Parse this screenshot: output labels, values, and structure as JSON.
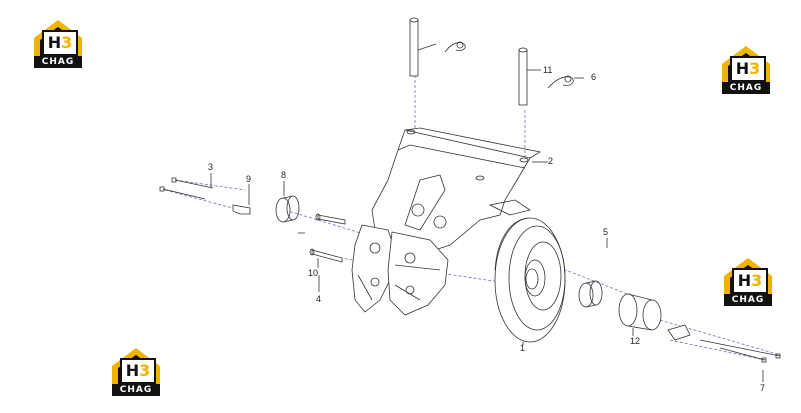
{
  "logos": [
    {
      "mark": "H",
      "accent": "3",
      "band": "CHAG"
    },
    {
      "mark": "H",
      "accent": "3",
      "band": "CHAG"
    },
    {
      "mark": "H",
      "accent": "3",
      "band": "CHAG"
    },
    {
      "mark": "H",
      "accent": "3",
      "band": "CHAG"
    }
  ],
  "callouts": [
    "1",
    "2",
    "3",
    "4",
    "5",
    "6",
    "7",
    "8",
    "9",
    "10",
    "11",
    "12"
  ],
  "colors": {
    "line": "#333333",
    "dash": "#7b6fb0",
    "logo_accent": "#f0b400",
    "logo_dark": "#111111"
  }
}
